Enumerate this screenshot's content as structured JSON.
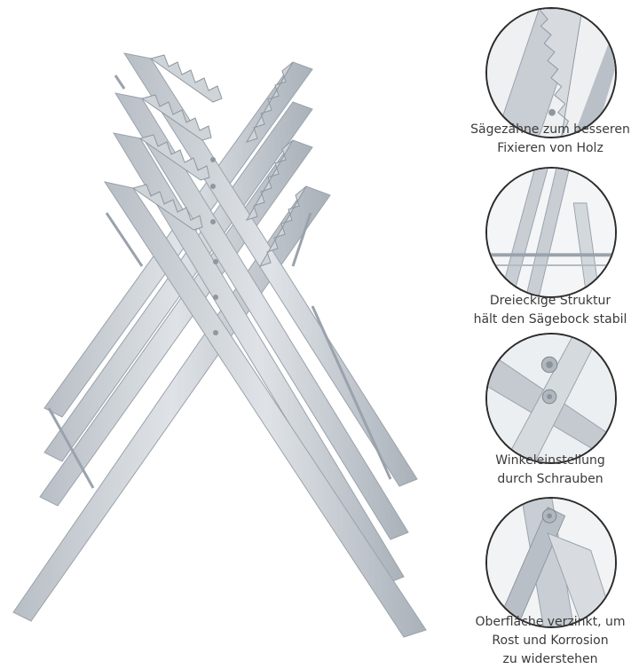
{
  "features": [
    {
      "icon": "saw-teeth-closeup",
      "caption_lines": [
        "Sägezähne zum besseren",
        "Fixieren von Holz"
      ]
    },
    {
      "icon": "triangle-structure-closeup",
      "caption_lines": [
        "Dreieckige Struktur",
        "hält den Sägebock stabil"
      ]
    },
    {
      "icon": "angle-screw-closeup",
      "caption_lines": [
        "Winkeleinstellung",
        "durch Schrauben"
      ]
    },
    {
      "icon": "galvanized-surface-closeup",
      "caption_lines": [
        "Oberfläche verzinkt, um",
        "Rost und Korrosion",
        "zu widerstehen"
      ]
    }
  ],
  "colors": {
    "metal": "#c9ced4",
    "metal_dark": "#9aa2ab",
    "metal_light": "#e3e6ea",
    "border": "#2b2b2b"
  }
}
